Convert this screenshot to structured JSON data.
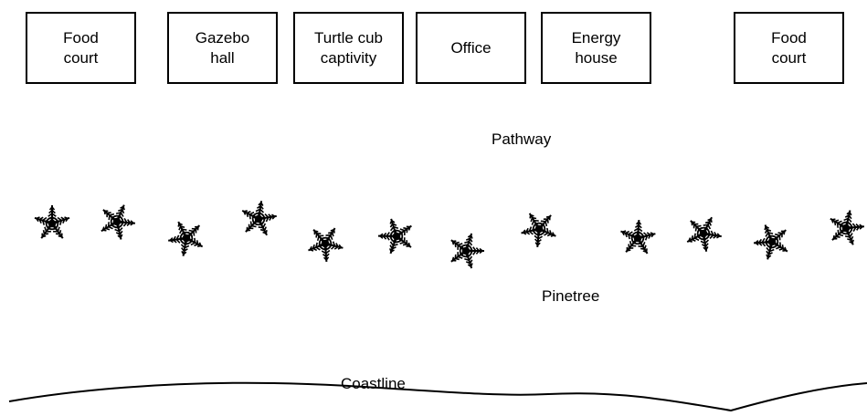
{
  "buildings": [
    {
      "label": "Food\ncourt"
    },
    {
      "label": "Gazebo\nhall"
    },
    {
      "label": "Turtle cub\ncaptivity"
    },
    {
      "label": "Office"
    },
    {
      "label": "Energy\nhouse"
    },
    {
      "label": "Food\ncourt"
    }
  ],
  "labels": {
    "pathway": "Pathway",
    "pinetree": "Pinetree",
    "coastline": "Coastline"
  },
  "tree_count": 12
}
